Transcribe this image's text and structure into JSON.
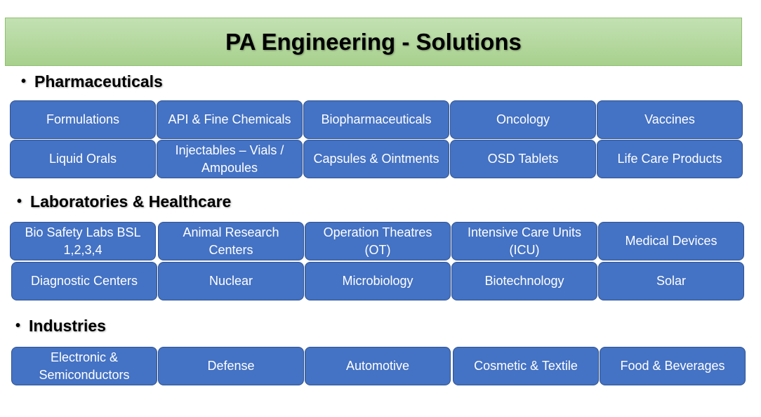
{
  "title": "PA Engineering - Solutions",
  "sections": [
    {
      "heading": "Pharmaceuticals",
      "items": [
        "Formulations",
        "API & Fine Chemicals",
        "Biopharmaceuticals",
        "Oncology",
        "Vaccines",
        "Liquid Orals",
        "Injectables – Vials / Ampoules",
        "Capsules & Ointments",
        "OSD Tablets",
        "Life Care Products"
      ]
    },
    {
      "heading": "Laboratories & Healthcare",
      "items": [
        "Bio Safety Labs BSL 1,2,3,4",
        "Animal Research Centers",
        "Operation Theatres (OT)",
        "Intensive Care Units (ICU)",
        "Medical Devices",
        "Diagnostic Centers",
        "Nuclear",
        "Microbiology",
        "Biotechnology",
        "Solar"
      ]
    },
    {
      "heading": "Industries",
      "items": [
        "Electronic & Semiconductors",
        "Defense",
        "Automotive",
        "Cosmetic & Textile",
        "Food & Beverages"
      ]
    }
  ],
  "colors": {
    "tile": "#4472c4",
    "title_bar": "#a8d08d"
  }
}
